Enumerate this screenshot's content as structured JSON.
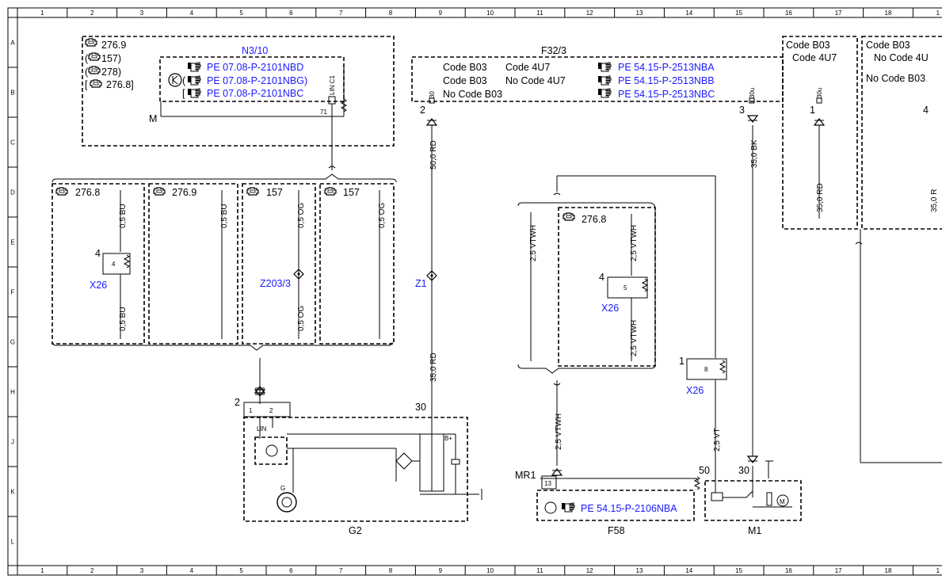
{
  "grid": {
    "columns": [
      "1",
      "2",
      "3",
      "4",
      "5",
      "6",
      "7",
      "8",
      "9",
      "10",
      "11",
      "12",
      "13",
      "14",
      "15",
      "16",
      "17",
      "18",
      "1"
    ],
    "rows": [
      "A",
      "B",
      "C",
      "D",
      "E",
      "F",
      "G",
      "H",
      "J",
      "K",
      "L"
    ]
  },
  "n3_10": {
    "engines": [
      "276.9",
      "(  157)",
      "(  278)",
      "[  276.8]"
    ],
    "title": "N3/10",
    "refs": [
      "PE 07.08-P-2101NBD",
      "PE 07.08-P-2101NBG)",
      "PE 07.08-P-2101NBC"
    ],
    "paren": "(",
    "bracket": "[",
    "m": "M",
    "pin": "71",
    "pin_label": "LIN C1"
  },
  "f32_3": {
    "title": "F32/3",
    "codes": [
      {
        "a": "Code B03",
        "b": "Code 4U7"
      },
      {
        "a": "Code B03",
        "b": "No  Code 4U7"
      },
      {
        "a": "No  Code B03",
        "b": ""
      }
    ],
    "refs": [
      "PE 54.15-P-2513NBA",
      "PE 54.15-P-2513NBB",
      "PE 54.15-P-2513NBC"
    ],
    "pin_a": "2",
    "pin_a_lbl": "30",
    "pin_b": "3",
    "pin_b_lbl": "30u"
  },
  "right_boxes": {
    "box1": {
      "l1": "Code B03",
      "l2": "Code 4U7",
      "pin": "1",
      "pin_lbl": "30u",
      "wire": "35,0 RD"
    },
    "box2": {
      "l1": "Code B03",
      "l2": "No  Code 4U",
      "l3": "No  Code B03",
      "pin": "4",
      "wire": "35,0 R"
    }
  },
  "variants": {
    "v1": {
      "engine": "276.8",
      "wire_top": "0,5 BU",
      "wire_bot": "0,5 BU",
      "conn": "X26",
      "pin": "4",
      "inner_pin": "4"
    },
    "v2": {
      "engine": "276.9",
      "wire": "0,5 BU"
    },
    "v3": {
      "engine": "157",
      "wire_top": "0,5 OG",
      "wire_bot": "0,5 OG",
      "conn": "Z203/3"
    },
    "v4": {
      "engine": "157",
      "wire": "0,5 OG"
    }
  },
  "wires": {
    "main_top": "50,0 RD",
    "main_bot": "35,0 RD",
    "z1": "Z1",
    "bk": "35,0 BK",
    "vtwh_left": "2,5 VTWH",
    "vtwh_bottom": "2,5 VTWH",
    "vt": "2,5 VT"
  },
  "variant_2768": {
    "engine": "276.8",
    "wire_top": "2,5 VTWH",
    "wire_bot": "2,5 VTWH",
    "conn": "X26",
    "pin": "4",
    "inner_pin": "5"
  },
  "x26_right": {
    "conn": "X26",
    "pin": "1",
    "inner_pin": "8"
  },
  "g2": {
    "label": "G2",
    "pin_2": "2",
    "pin_1": "1",
    "pin_2b": "2",
    "pin_30": "30",
    "lin": "LIN",
    "g": "G",
    "bplus": "B+"
  },
  "f58": {
    "label": "F58",
    "mr1": "MR1",
    "pin": "13",
    "ref": "PE 54.15-P-2106NBA"
  },
  "m1": {
    "label": "M1",
    "pin_50": "50",
    "pin_30": "30"
  }
}
